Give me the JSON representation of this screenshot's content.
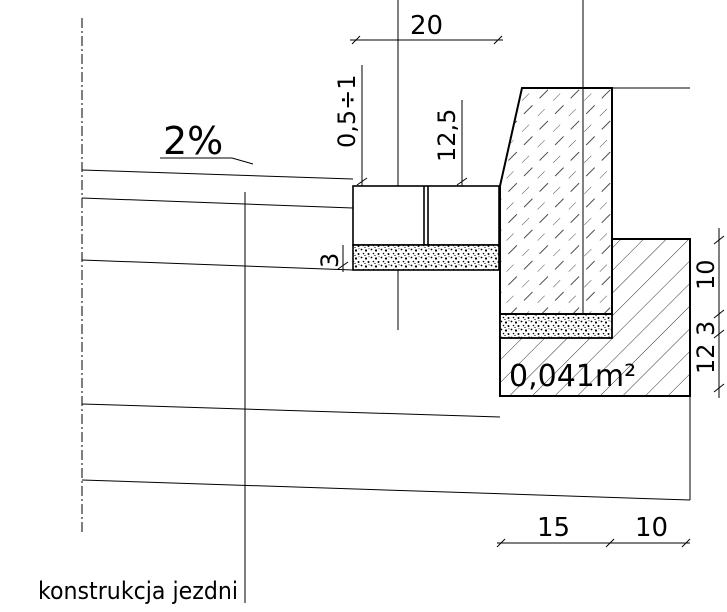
{
  "drawing": {
    "slope_label": "2%",
    "top_width_label": "20",
    "gap_label": "0,5÷1",
    "curb_reveal_label": "12,5",
    "bedding_label": "3",
    "area_label": "0,041m²",
    "right_dim_labels": [
      "10",
      "3",
      "12"
    ],
    "bottom_dim_labels": [
      "15",
      "10"
    ],
    "caption": "konstrukcja jezdni"
  }
}
